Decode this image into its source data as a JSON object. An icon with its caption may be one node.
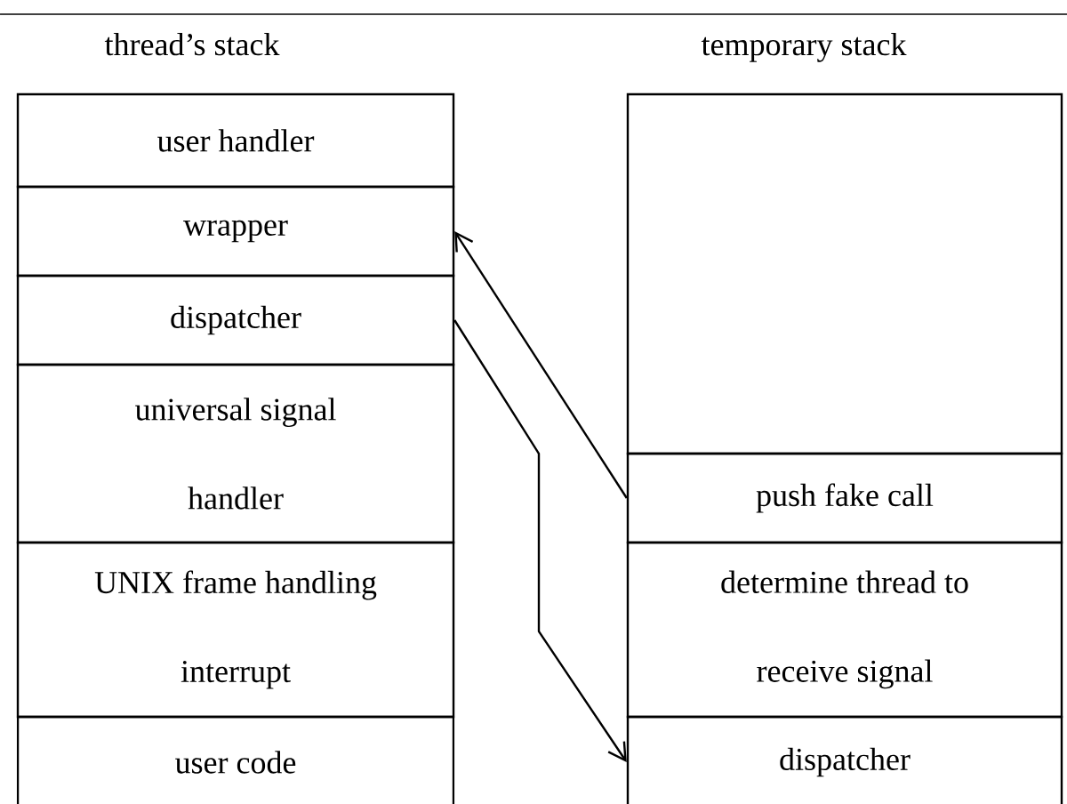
{
  "diagram": {
    "nodes": [
      {
        "text": [
          "user handler"
        ]
      },
      {
        "text": [
          "wrapper"
        ]
      },
      {
        "text": [
          "dispatcher"
        ]
      },
      {
        "text": [
          "universal signal handler"
        ]
      },
      {
        "text": [
          "UNIX frame handling interrupt"
        ]
      },
      {
        "text": [
          "user code"
        ]
      },
      {
        "text": [],
        "shape": "box"
      },
      {
        "text": [
          "push fake call"
        ]
      },
      {
        "text": [
          "determine thread to receive signal"
        ]
      },
      {
        "text": [
          "dispatcher"
        ]
      }
    ],
    "edges": [
      {
        "from": 7,
        "to": 1,
        "arrow": "to"
      },
      {
        "from": 2,
        "to": 9,
        "arrow": "to"
      }
    ],
    "labels": [
      "thread’s stack",
      "temporary stack"
    ]
  }
}
